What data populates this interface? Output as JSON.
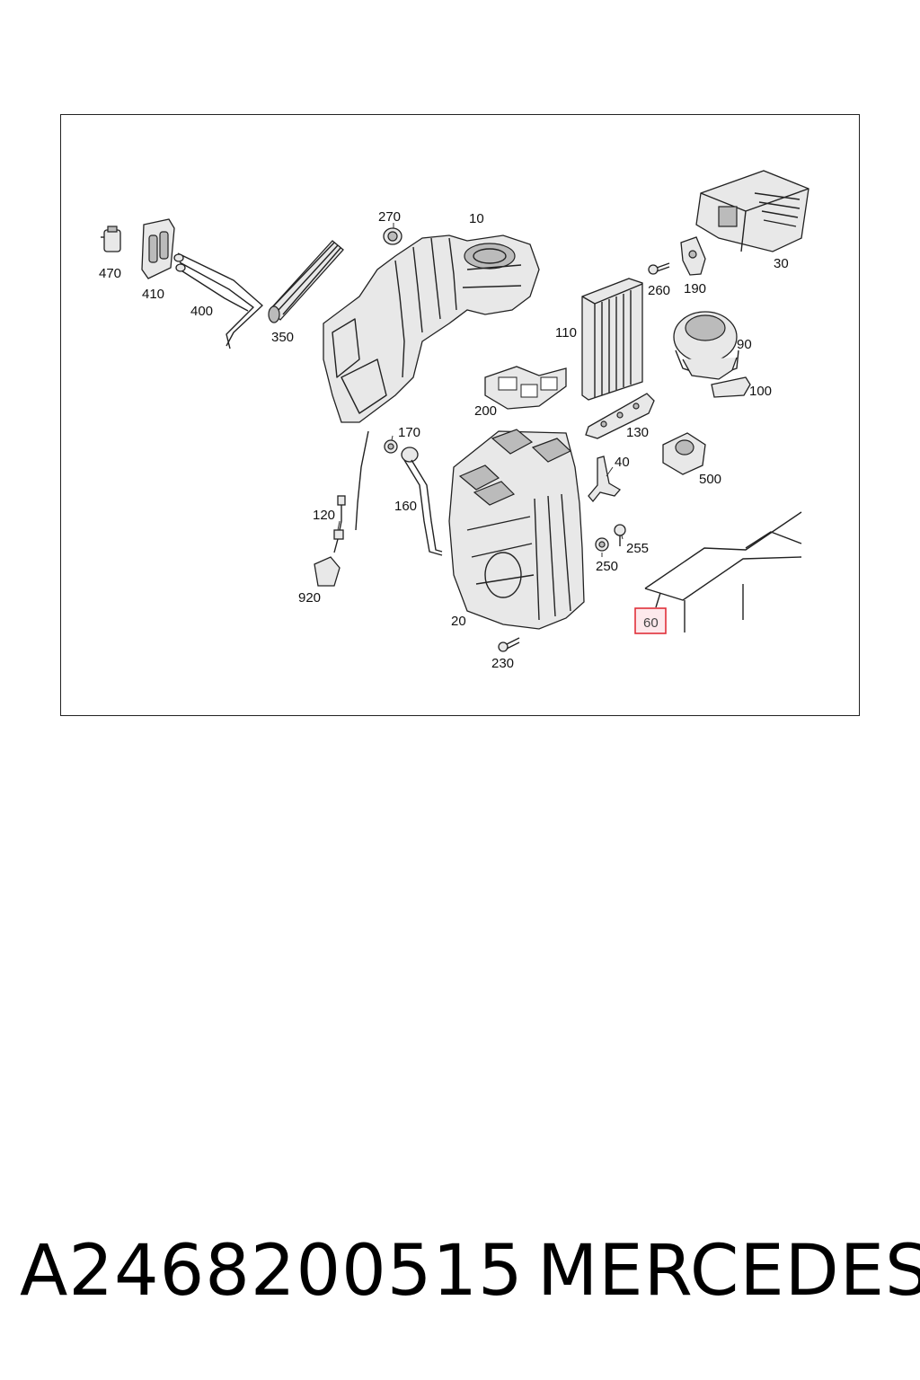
{
  "diagram": {
    "labels": {
      "p470": "470",
      "p410": "410",
      "p400": "400",
      "p350": "350",
      "p270": "270",
      "p10": "10",
      "p30": "30",
      "p260": "260",
      "p190": "190",
      "p110": "110",
      "p90": "90",
      "p100": "100",
      "p200": "200",
      "p130": "130",
      "p170": "170",
      "p40": "40",
      "p500": "500",
      "p120": "120",
      "p160": "160",
      "p255": "255",
      "p250": "250",
      "p920": "920",
      "p20": "20",
      "p60": "60",
      "p230": "230"
    },
    "highlighted_part": "60"
  },
  "footer": {
    "part_number": "A2468200515",
    "brand": "MERCEDES"
  },
  "colors": {
    "highlight_stroke": "#e0303a",
    "highlight_fill": "#fde9ec"
  }
}
